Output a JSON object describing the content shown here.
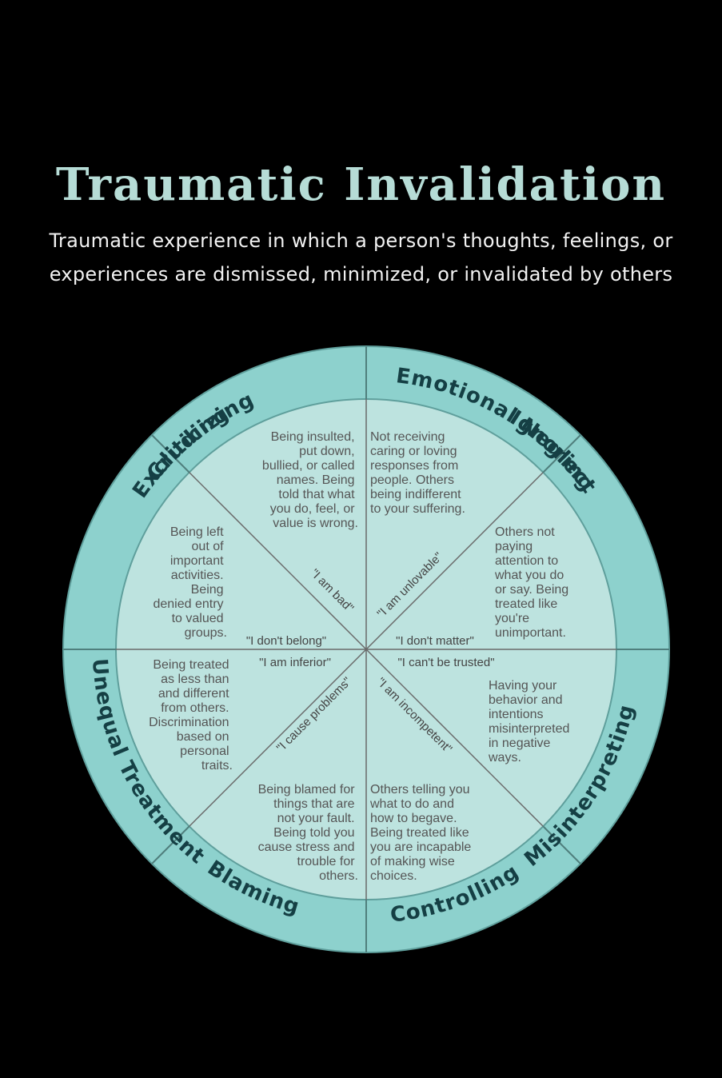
{
  "title": "Traumatic Invalidation",
  "subtitle": {
    "line1": "Traumatic experience in which a person's thoughts, feelings, or",
    "line2": "experiences are dismissed, minimized, or invalidated by others"
  },
  "colors": {
    "background": "#000000",
    "title": "#b6dcd6",
    "outer_ring": "#8dd1cd",
    "inner_circle": "#bde3df",
    "text": "#555555",
    "ring_text": "#153f44"
  },
  "ring_labels": {
    "criticizing": "Criticizing",
    "emotional_neglect": "Emotional Neglect",
    "ignoring": "Ignoring",
    "misinterpreting": "Misinterpreting",
    "controlling": "Controlling",
    "blaming": "Blaming",
    "unequal_treatment": "Unequal Treatment",
    "excluding": "Excluding"
  },
  "descriptions": {
    "criticizing": [
      "Being insulted,",
      "put down,",
      "bullied, or called",
      "names. Being",
      "told that what",
      "you do, feel, or",
      "value is wrong."
    ],
    "emotional_neglect": [
      "Not receiving",
      "caring or loving",
      "responses from",
      "people. Others",
      "being indifferent",
      "to your suffering."
    ],
    "ignoring": [
      "Others not",
      "paying",
      "attention to",
      "what you do",
      "or say. Being",
      "treated like",
      "you're",
      "unimportant."
    ],
    "misinterpreting": [
      "Having your",
      "behavior and",
      "intentions",
      "misinterpreted",
      "in negative",
      "ways."
    ],
    "controlling": [
      "Others telling you",
      "what to do and",
      "how to begave.",
      "Being treated like",
      "you are incapable",
      "of making wise",
      "choices."
    ],
    "blaming": [
      "Being blamed for",
      "things that are",
      "not your fault.",
      "Being told you",
      "cause stress and",
      "trouble for",
      "others."
    ],
    "unequal_treatment": [
      "Being treated",
      "as less than",
      "and different",
      "from others.",
      "Discrimination",
      "based on",
      "personal",
      "traits."
    ],
    "excluding": [
      "Being left",
      "out of",
      "important",
      "activities.",
      "Being",
      "denied entry",
      "to valued",
      "groups."
    ]
  },
  "beliefs": {
    "i_am_bad": "\"I am bad\"",
    "i_am_unlovable": "\"I am unlovable\"",
    "i_dont_matter": "\"I don't matter\"",
    "i_cant_be_trusted": "\"I can't be trusted\"",
    "i_am_incompetent": "\"I am incompetent\"",
    "i_cause_problems": "\"I cause problems\"",
    "i_am_inferior": "\"I am inferior\"",
    "i_dont_belong": "\"I don't belong\""
  }
}
